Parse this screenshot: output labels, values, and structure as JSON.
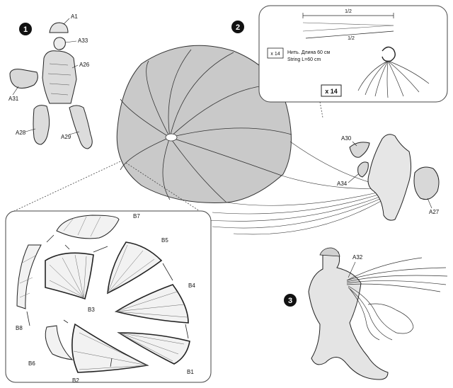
{
  "steps": [
    "1",
    "2",
    "3"
  ],
  "parts": {
    "a1": "A1",
    "a33": "A33",
    "a26": "A26",
    "a31": "A31",
    "a28": "A28",
    "a29": "A29",
    "a30": "A30",
    "a34": "A34",
    "a27": "A27",
    "a32": "A32",
    "b1": "B1",
    "b2": "B2",
    "b3": "B3",
    "b4": "B4",
    "b5": "B5",
    "b6": "B6",
    "b7": "B7",
    "b8": "B8"
  },
  "string_detail": {
    "half_top": "1/2",
    "half_bottom": "1/2",
    "qty_label": "x 14",
    "thread_ru": "Нить. Длина 60 см",
    "thread_en": "String L=60 cm",
    "qty_label_2": "x 14"
  }
}
